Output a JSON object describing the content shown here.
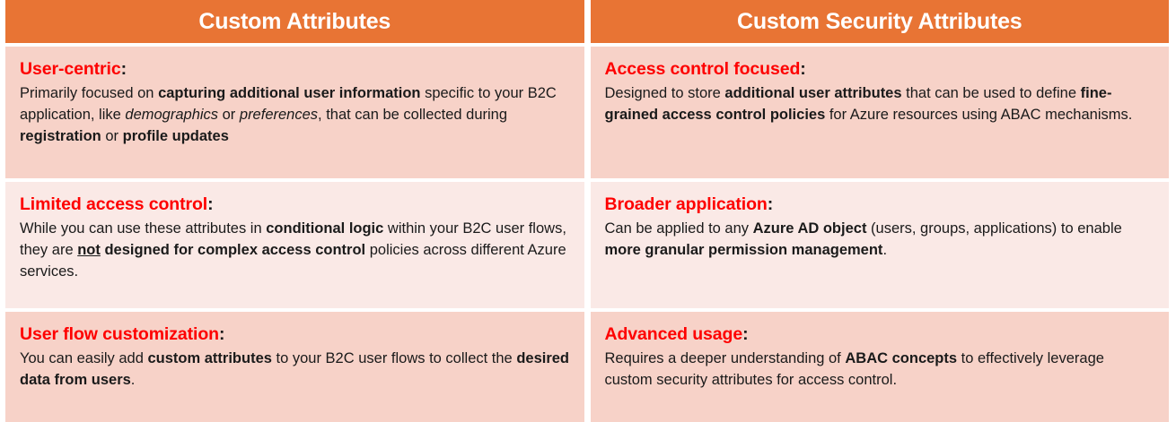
{
  "colors": {
    "header_background": "#e87434",
    "header_text": "#ffffff",
    "cell_tint_dark": "#f7d2c8",
    "cell_tint_light": "#fae9e6",
    "heading_red": "#fe0000",
    "body_text": "#1a1a1a",
    "gutter": "#ffffff"
  },
  "table": {
    "columns": [
      {
        "header": "Custom Attributes"
      },
      {
        "header": "Custom Security Attributes"
      }
    ],
    "rows": [
      {
        "tint": "dark",
        "cells": [
          {
            "heading": "User-centric",
            "heading_punctuation": ":",
            "heading_full": "User-centric:",
            "body_plain": "Primarily focused on capturing additional user information specific to your B2C application, like demographics or preferences, that can be collected during registration or profile updates",
            "body_runs": [
              {
                "text": "Primarily focused on ",
                "style": "normal"
              },
              {
                "text": "capturing additional user information",
                "style": "bold"
              },
              {
                "text": " specific to your B2C application, like ",
                "style": "normal"
              },
              {
                "text": "demographics",
                "style": "italic"
              },
              {
                "text": " or ",
                "style": "normal"
              },
              {
                "text": "preferences",
                "style": "italic"
              },
              {
                "text": ", that can be collected during ",
                "style": "normal"
              },
              {
                "text": "registration",
                "style": "bold"
              },
              {
                "text": " or ",
                "style": "normal"
              },
              {
                "text": "profile updates",
                "style": "bold"
              }
            ]
          },
          {
            "heading": "Access control focused",
            "heading_punctuation": ":",
            "heading_full": "Access control focused:",
            "body_plain": "Designed to store additional user attributes that can be used to define fine-grained access control policies for Azure resources using ABAC mechanisms.",
            "body_runs": [
              {
                "text": "Designed to store ",
                "style": "normal"
              },
              {
                "text": "additional user attributes",
                "style": "bold"
              },
              {
                "text": " that can be used to define ",
                "style": "normal"
              },
              {
                "text": "fine-grained access control policies",
                "style": "bold"
              },
              {
                "text": " for Azure resources using ABAC mechanisms.",
                "style": "normal"
              }
            ]
          }
        ]
      },
      {
        "tint": "light",
        "cells": [
          {
            "heading": "Limited access control",
            "heading_punctuation": ":",
            "heading_full": "Limited access control:",
            "body_plain": "While you can use these attributes in conditional logic within your B2C user flows, they are not designed for complex access control policies across different Azure services.",
            "body_runs": [
              {
                "text": "While you can use these attributes in ",
                "style": "normal"
              },
              {
                "text": "conditional logic",
                "style": "bold"
              },
              {
                "text": " within your B2C user flows, they are ",
                "style": "normal"
              },
              {
                "text": "not",
                "style": "bold-underline"
              },
              {
                "text": " designed for complex access control",
                "style": "bold"
              },
              {
                "text": " policies across different Azure services.",
                "style": "normal"
              }
            ]
          },
          {
            "heading": "Broader application",
            "heading_punctuation": ":",
            "heading_full": "Broader application:",
            "body_plain": "Can be applied to any Azure AD object (users, groups, applications) to enable more granular permission management.",
            "body_runs": [
              {
                "text": "Can be applied to any ",
                "style": "normal"
              },
              {
                "text": "Azure AD object",
                "style": "bold"
              },
              {
                "text": " (users, groups, applications) to enable ",
                "style": "normal"
              },
              {
                "text": "more granular permission management",
                "style": "bold"
              },
              {
                "text": ".",
                "style": "normal"
              }
            ]
          }
        ]
      },
      {
        "tint": "dark",
        "cells": [
          {
            "heading": "User flow customization",
            "heading_punctuation": ":",
            "heading_full": "User flow customization:",
            "body_plain": "You can easily add custom attributes to your B2C user flows to collect the desired data from users.",
            "body_runs": [
              {
                "text": "You can easily add ",
                "style": "normal"
              },
              {
                "text": "custom attributes",
                "style": "bold"
              },
              {
                "text": " to your B2C user flows to collect the ",
                "style": "normal"
              },
              {
                "text": "desired data from users",
                "style": "bold"
              },
              {
                "text": ".",
                "style": "normal"
              }
            ]
          },
          {
            "heading": "Advanced usage",
            "heading_punctuation": ":",
            "heading_full": "Advanced usage:",
            "body_plain": "Requires a deeper understanding of ABAC concepts to effectively leverage custom security attributes for access control.",
            "body_runs": [
              {
                "text": "Requires a deeper understanding of ",
                "style": "normal"
              },
              {
                "text": "ABAC concepts",
                "style": "bold"
              },
              {
                "text": " to effectively leverage custom security attributes for access control.",
                "style": "normal"
              }
            ]
          }
        ]
      }
    ]
  }
}
